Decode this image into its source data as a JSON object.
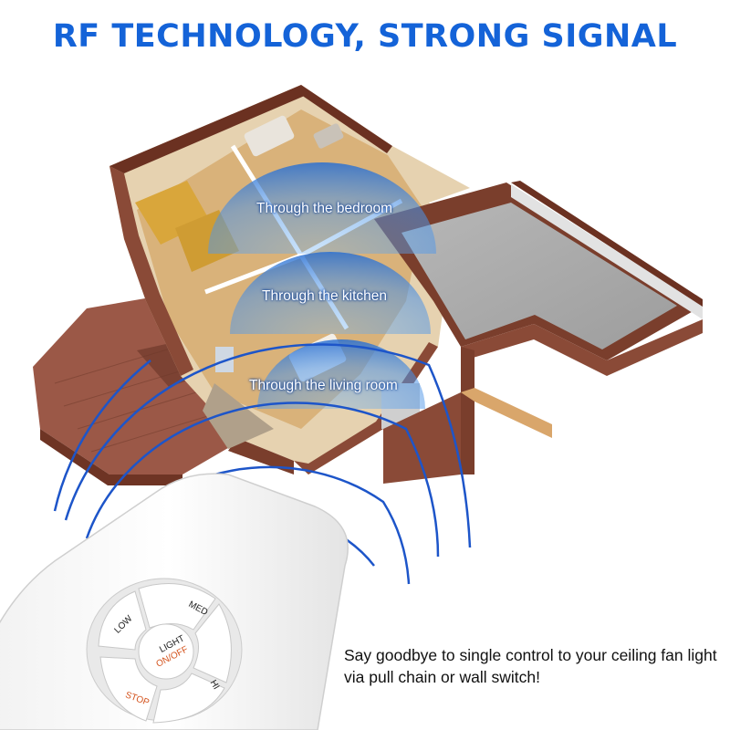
{
  "headline": "RF TECHNOLOGY, STRONG SIGNAL",
  "signal_labels": {
    "bedroom": "Through the bedroom",
    "kitchen": "Through the kitchen",
    "living_room": "Through the living room"
  },
  "caption": "Say goodbye to single control to your ceiling fan light via pull chain or wall switch!",
  "remote_buttons": {
    "low": "LOW",
    "med": "MED",
    "light": "LIGHT",
    "onoff": "ON/OFF",
    "hi": "HI",
    "stop": "STOP"
  },
  "colors": {
    "headline": "#1463d8",
    "signal_wave": "#1d55c9",
    "stop_text": "#d4541e",
    "brick": "#8a4a37",
    "floor": "#d9b27a"
  }
}
